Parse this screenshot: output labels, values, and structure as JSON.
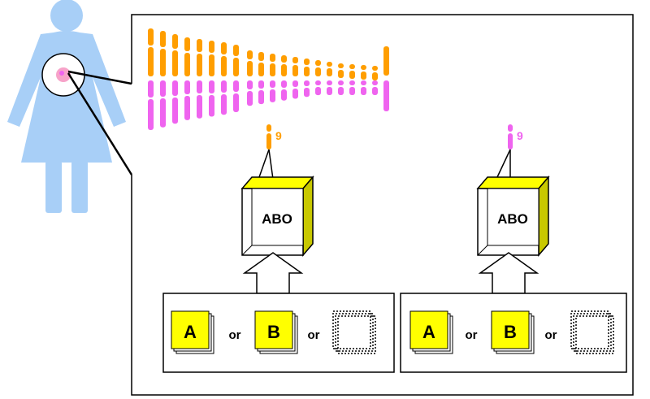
{
  "colors": {
    "figure": "#a8cff7",
    "maternal": "#ff9e00",
    "paternal": "#ef64ef",
    "gene_box": "#ffff00",
    "gene_side": "#c8c800",
    "nucleus": "#f7a3c9",
    "stroke": "#000000"
  },
  "chromosome_labels": {
    "maternal": "9",
    "paternal": "9"
  },
  "gene": {
    "name": "ABO"
  },
  "alleles": {
    "left": {
      "first": "A",
      "second": "B",
      "sep1": "or",
      "sep2": "or"
    },
    "right": {
      "first": "A",
      "second": "B",
      "sep1": "or",
      "sep2": "or"
    }
  },
  "icons": [
    "woman-figure-icon",
    "cell-nucleus-icon",
    "chromosome-icon",
    "gene-box-icon",
    "empty-allele-icon",
    "up-arrow-icon"
  ]
}
